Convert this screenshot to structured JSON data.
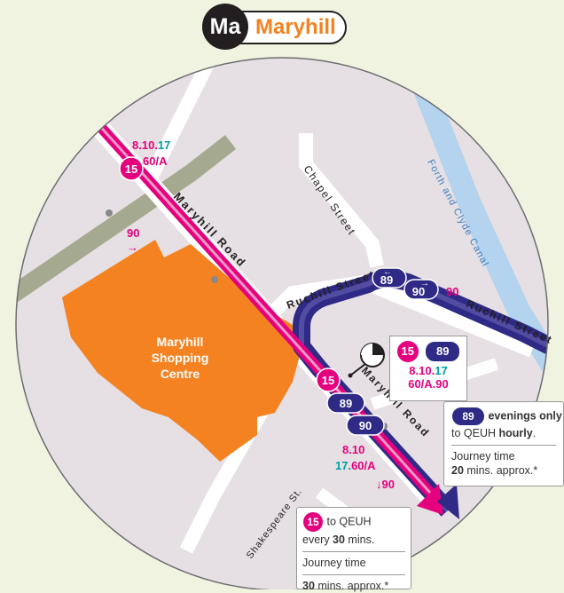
{
  "title": {
    "code": "Ma",
    "name": "Maryhill"
  },
  "colors": {
    "land": "#e6dfe3",
    "outside": "#eff3e0",
    "road": "#ffffff",
    "canal": "#b4d3ee",
    "rail": "#a5a98f",
    "mall": "#f58220",
    "pink_route": "#e5007e",
    "navy_route": "#2f2a85",
    "teal": "#00a0a0"
  },
  "streets": {
    "maryhill_road": "Maryhill Road",
    "maryhill_road_short": "Maryhill Road",
    "chapel_street": "Chapel Street",
    "ruchill_street_west": "Ruchill Street",
    "ruchill_street_east": "Ruchill Street",
    "shakespeare_st": "Shakespeare St.",
    "canal": "Forth and Clyde Canal"
  },
  "landmarks": {
    "shopping_centre": [
      "Maryhill",
      "Shopping",
      "Centre"
    ]
  },
  "stops": {
    "north": {
      "route": "15",
      "times_pink": "8.10.",
      "times_teal": "17",
      "times_line2": "60/A"
    },
    "mall_west": {
      "route": "90",
      "arrow": "→"
    },
    "main": {
      "routes": [
        "15",
        "89",
        "90"
      ],
      "times_pink": "8.10.",
      "times_teal": "17",
      "times_line2": "60/A.90"
    },
    "ruchill": {
      "routes": [
        "89",
        "90"
      ],
      "label": "90"
    },
    "south": {
      "line1": "8.10",
      "line2_teal": "17.",
      "line2_pink": "60/A",
      "line3": "↓90"
    }
  },
  "info_15": {
    "route": "15",
    "line1": "to QEUH",
    "line2_pre": "every ",
    "line2_bold": "30",
    "line2_post": " mins.",
    "journey_label": "Journey time",
    "journey_bold": "30",
    "journey_post": " mins. approx.*"
  },
  "info_89": {
    "route": "89",
    "line1_bold": "evenings only",
    "line2_pre": "to QEUH ",
    "line2_bold": "hourly",
    "line2_post": ".",
    "journey_label": "Journey time",
    "journey_bold": "20",
    "journey_post": " mins. approx.*"
  }
}
